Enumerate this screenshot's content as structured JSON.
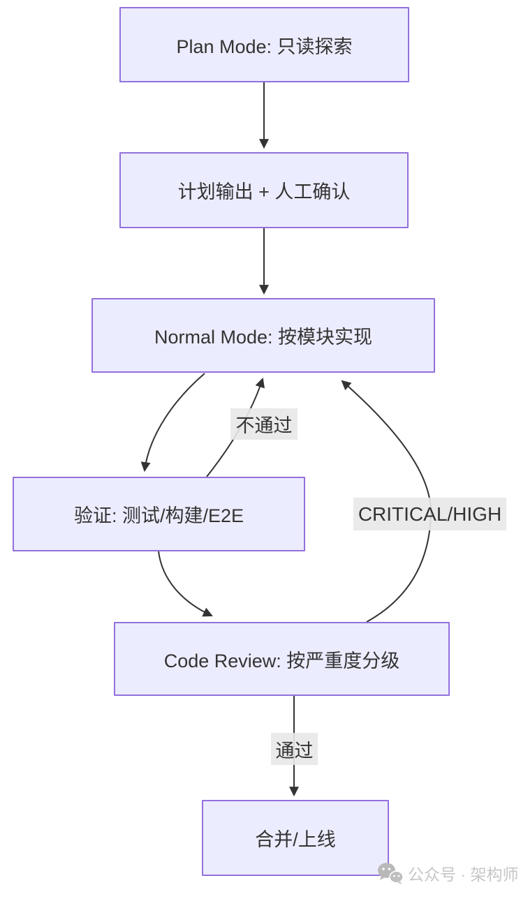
{
  "diagram": {
    "type": "flowchart",
    "direction": "top-down",
    "nodes": [
      {
        "id": "plan",
        "label": "Plan Mode: 只读探索"
      },
      {
        "id": "confirm",
        "label": "计划输出 + 人工确认"
      },
      {
        "id": "normal",
        "label": "Normal Mode: 按模块实现"
      },
      {
        "id": "verify",
        "label": "验证: 测试/构建/E2E"
      },
      {
        "id": "review",
        "label": "Code Review: 按严重度分级"
      },
      {
        "id": "merge",
        "label": "合并/上线"
      }
    ],
    "edges": [
      {
        "from": "plan",
        "to": "confirm",
        "label": ""
      },
      {
        "from": "confirm",
        "to": "normal",
        "label": ""
      },
      {
        "from": "normal",
        "to": "verify",
        "label": ""
      },
      {
        "from": "verify",
        "to": "normal",
        "label": "不通过"
      },
      {
        "from": "verify",
        "to": "review",
        "label": ""
      },
      {
        "from": "review",
        "to": "normal",
        "label": "CRITICAL/HIGH"
      },
      {
        "from": "review",
        "to": "merge",
        "label": "通过"
      }
    ],
    "colors": {
      "node_fill": "#ECECFF",
      "node_border": "#9370DB",
      "text": "#333333",
      "edge": "#333333",
      "edge_label_bg": "#e8e8e8"
    }
  },
  "watermark": {
    "icon": "wechat-chat-bubbles-icon",
    "text": "公众号 · 架构师",
    "color": "#c6c6c6"
  }
}
